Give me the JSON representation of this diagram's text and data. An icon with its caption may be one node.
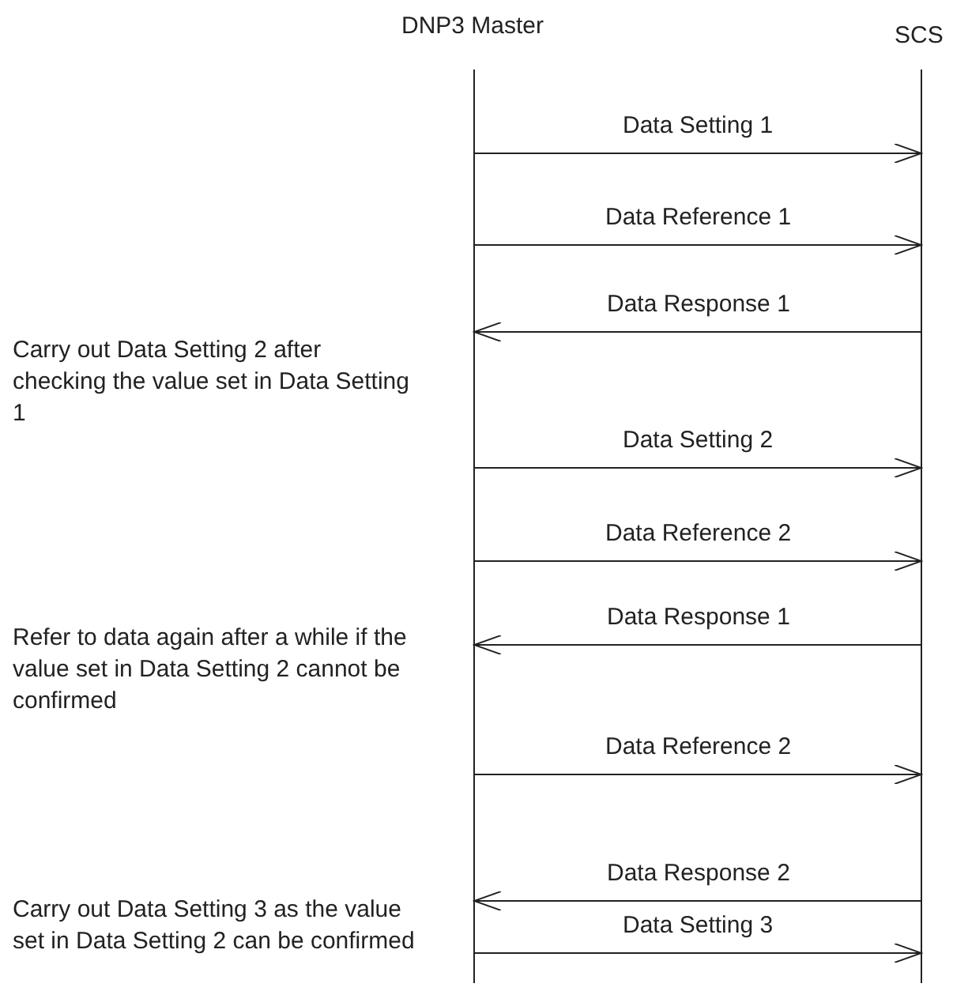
{
  "diagram": {
    "nodes": [
      {
        "text": [
          "DNP3 Master"
        ]
      },
      {
        "text": [
          "SCS"
        ]
      }
    ],
    "edges": [
      {
        "from": 0,
        "to": 1,
        "arrow": "to",
        "label": "Data Setting 1"
      },
      {
        "from": 0,
        "to": 1,
        "arrow": "to",
        "label": "Data Reference 1"
      },
      {
        "from": 1,
        "to": 0,
        "arrow": "to",
        "label": "Data Response 1"
      },
      {
        "from": 0,
        "to": 1,
        "arrow": "to",
        "label": "Data Setting 2"
      },
      {
        "from": 0,
        "to": 1,
        "arrow": "to",
        "label": "Data Reference 2"
      },
      {
        "from": 1,
        "to": 0,
        "arrow": "to",
        "label": "Data Response 1"
      },
      {
        "from": 0,
        "to": 1,
        "arrow": "to",
        "label": "Data Reference 2"
      },
      {
        "from": 1,
        "to": 0,
        "arrow": "to",
        "label": "Data Response 2"
      },
      {
        "from": 0,
        "to": 1,
        "arrow": "to",
        "label": "Data Setting 3"
      }
    ],
    "labels": [
      "Carry out Data Setting 2 after checking the value set in Data Setting 1",
      "Refer to data again after a while if the value set in Data Setting 2 cannot be confirmed",
      "Carry out Data Setting 3 as the value set in Data Setting 2 can be confirmed"
    ]
  }
}
